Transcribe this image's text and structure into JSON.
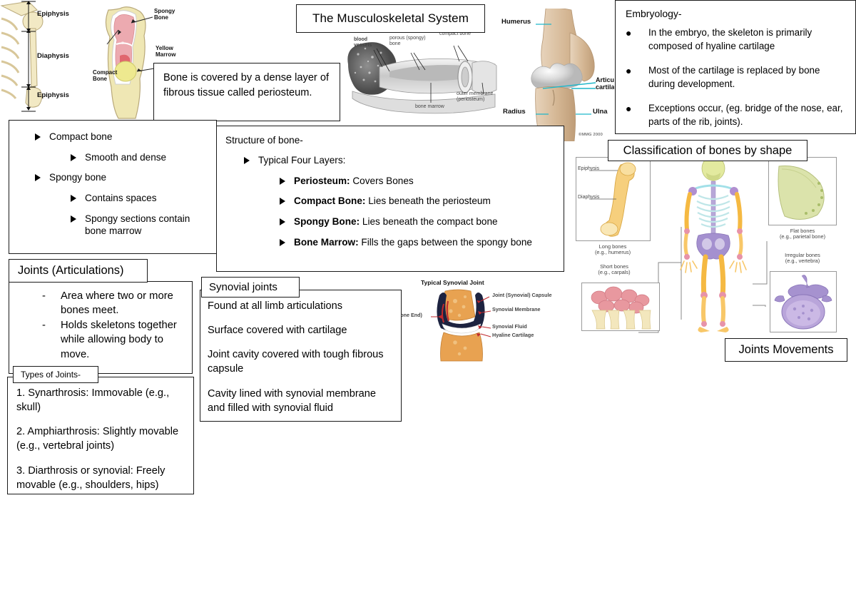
{
  "page": {
    "title": "The Musculoskeletal System",
    "background": "#ffffff"
  },
  "title_box": {
    "text": "The Musculoskeletal System"
  },
  "embryology": {
    "heading": "Embryology-",
    "bullets": [
      "In the embryo, the skeleton is primarily composed of hyaline cartilage",
      "Most of the cartilage is replaced by bone during development.",
      "Exceptions occur, (eg. bridge of the nose, ear, parts of the rib, joints)."
    ]
  },
  "periosteum_note": {
    "text": "Bone is covered by a dense layer of fibrous tissue called periosteum."
  },
  "bone_types": {
    "items": [
      {
        "level": 0,
        "text": "Compact bone"
      },
      {
        "level": 1,
        "text": "Smooth and dense"
      },
      {
        "level": 0,
        "text": "Spongy bone"
      },
      {
        "level": 1,
        "text": "Contains spaces"
      },
      {
        "level": 1,
        "text": "Spongy sections contain bone marrow"
      }
    ]
  },
  "structure_of_bone": {
    "heading": "Structure of bone-",
    "subheading": "Typical Four Layers:",
    "layers": [
      {
        "name": "Periosteum:",
        "desc": "Covers Bones"
      },
      {
        "name": "Compact Bone:",
        "desc": "Lies beneath the periosteum"
      },
      {
        "name": "Spongy Bone:",
        "desc": "Lies beneath the compact bone"
      },
      {
        "name": "Bone Marrow:",
        "desc": "Fills the gaps between the spongy bone"
      }
    ]
  },
  "joints": {
    "heading": "Joints (Articulations)",
    "points": [
      "Area where two or more bones meet.",
      "Holds skeletons together while allowing body to move."
    ]
  },
  "types_of_joints": {
    "heading": "Types of Joints-",
    "items": [
      "1. Synarthrosis: Immovable (e.g., skull)",
      "2. Amphiarthrosis: Slightly movable (e.g., vertebral joints)",
      "3. Diarthrosis or synovial: Freely movable (e.g., shoulders, hips)"
    ]
  },
  "synovial_joints": {
    "heading": "Synovial joints",
    "points": [
      "Found at all limb articulations",
      "Surface covered with cartilage",
      "Joint cavity covered with tough fibrous capsule",
      "Cavity lined with synovial membrane and filled with synovial fluid"
    ]
  },
  "classification": {
    "heading": "Classification of bones by shape",
    "labels": {
      "epiphysis": "Epiphysis",
      "diaphysis": "Diaphysis",
      "long_bones": "Long bones\n(e.g., humerus)",
      "short_bones": "Short bones\n(e.g., carpals)",
      "flat_bones": "Flat bones\n(e.g., parietal bone)",
      "irregular_bones": "Irregular bones\n(e.g., vertebra)"
    }
  },
  "joints_movements": {
    "heading": "Joints Movements"
  },
  "figures": {
    "long_bone": {
      "labels": {
        "epiphysis_top": "Epiphysis",
        "diaphysis": "Diaphysis",
        "epiphysis_bottom": "Epiphysis"
      }
    },
    "bone_cross_section": {
      "labels": {
        "spongy_bone": "Spongy\nBone",
        "yellow_marrow": "Yellow\nMarrow",
        "compact_bone": "Compact\nBone"
      }
    },
    "bone_marrow_3d": {
      "labels": {
        "blood_vessels": "blood\nvessels",
        "porous_spongy": "porous (spongy)\nbone",
        "compact_bone": "compact bone",
        "bone_marrow": "bone marrow",
        "outer_membrane": "outer membrane\n(periosteum)"
      }
    },
    "elbow_joint": {
      "labels": {
        "humerus": "Humerus",
        "radius": "Radius",
        "ulna": "Ulna",
        "articular_cartilage": "Articular\ncartilage",
        "credit": "©MMG 2000"
      }
    },
    "synovial_joint": {
      "title": "Typical Synovial Joint",
      "labels": {
        "capsule": "Joint (Synovial) Capsule",
        "membrane": "Synovial Membrane",
        "fluid": "Synovial Fluid",
        "hyaline": "Hyaline Cartilage",
        "bone_end": "Bone End)"
      }
    }
  },
  "colors": {
    "border": "#1a1a1a",
    "text": "#000000",
    "bone_yellow": "#efe7b4",
    "bone_tan": "#d8bb97",
    "spongy_pink": "#e79ba3",
    "marrow_yellow": "#e8e27d",
    "cartilage_grey": "#dcdcdc",
    "skeleton_orange": "#f5b942",
    "vertebra_purple": "#9a8cc4",
    "flat_bone_green": "#c3cf8e",
    "carpal_pink": "#e89aa0"
  }
}
